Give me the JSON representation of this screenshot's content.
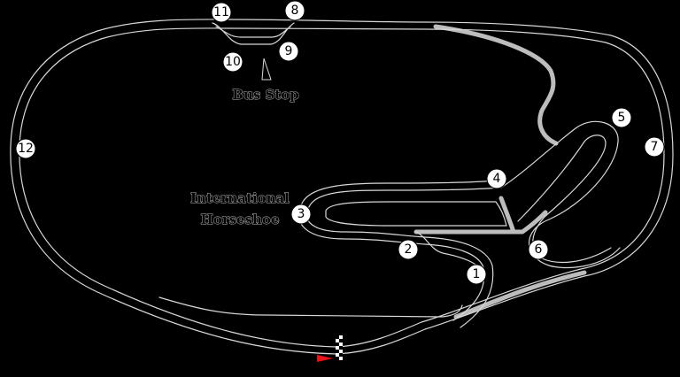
{
  "colors": {
    "background": "#000000",
    "track_edge": "#d8d8d8",
    "connector": "#bdbdbd",
    "label_outline": "#bdbdbd",
    "start_flag": "#e8141b"
  },
  "turns": [
    "1",
    "2",
    "3",
    "4",
    "5",
    "6",
    "7",
    "8",
    "9",
    "10",
    "11",
    "12"
  ],
  "labels": {
    "bus_stop": "Bus Stop",
    "horseshoe_line1": "International",
    "horseshoe_line2": "Horseshoe"
  },
  "icons": {
    "start_finish": "checkered-flag-icon",
    "start_marker": "red-pennant-icon",
    "bus_stop_marker": "triangle-marker-icon"
  }
}
